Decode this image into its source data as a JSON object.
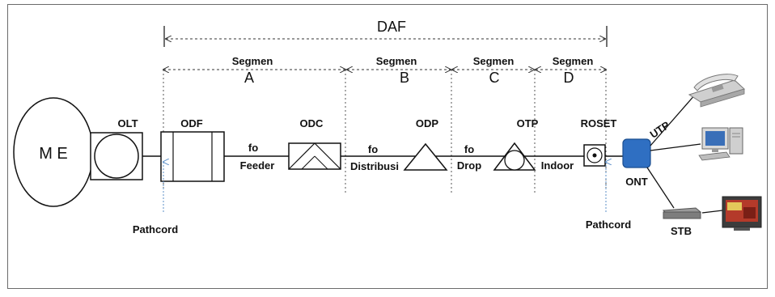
{
  "title": "DAF",
  "segments": [
    {
      "label": "Segmen",
      "letter": "A"
    },
    {
      "label": "Segmen",
      "letter": "B"
    },
    {
      "label": "Segmen",
      "letter": "C"
    },
    {
      "label": "Segmen",
      "letter": "D"
    }
  ],
  "nodes": {
    "me": "M E",
    "olt": "OLT",
    "odf": "ODF",
    "odc": "ODC",
    "odp": "ODP",
    "otp": "OTP",
    "roset": "ROSET",
    "ont": "ONT",
    "stb": "STB"
  },
  "cables": {
    "feeder_fo": "fo",
    "feeder": "Feeder",
    "distribusi_fo": "fo",
    "distribusi": "Distribusi",
    "drop_fo": "fo",
    "drop": "Drop",
    "indoor": "Indoor",
    "utp": "UTP"
  },
  "pathcord_left": "Pathcord",
  "pathcord_right": "Pathcord",
  "colors": {
    "line": "#1a1a1a",
    "dashed": "#555555",
    "pathcord_arrow": "#5b8fc7",
    "ont": "#2f6fc2"
  },
  "icons": [
    "telephone-icon",
    "computer-icon",
    "tv-icon"
  ]
}
